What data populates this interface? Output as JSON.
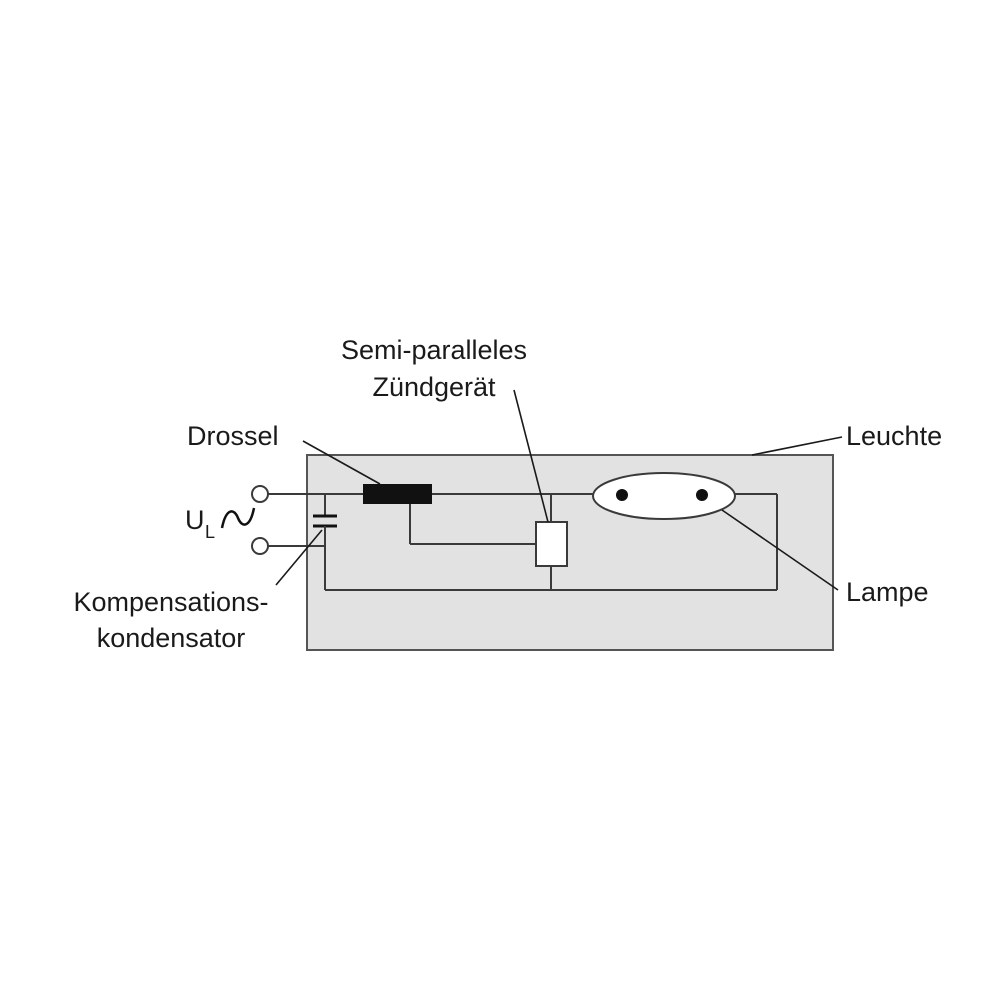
{
  "labels": {
    "igniter_line1": "Semi-paralleles",
    "igniter_line2": "Zündgerät",
    "choke": "Drossel",
    "luminaire": "Leuchte",
    "voltage_main": "U",
    "voltage_sub": "L",
    "capacitor_line1": "Kompensations-",
    "capacitor_line2": "kondensator",
    "lamp": "Lampe"
  },
  "colors": {
    "housing_fill": "#e2e2e2",
    "housing_stroke": "#555555",
    "wire": "#3a3a3a",
    "choke_fill": "#111111"
  },
  "icons": {
    "source": "ac-sine-icon"
  }
}
